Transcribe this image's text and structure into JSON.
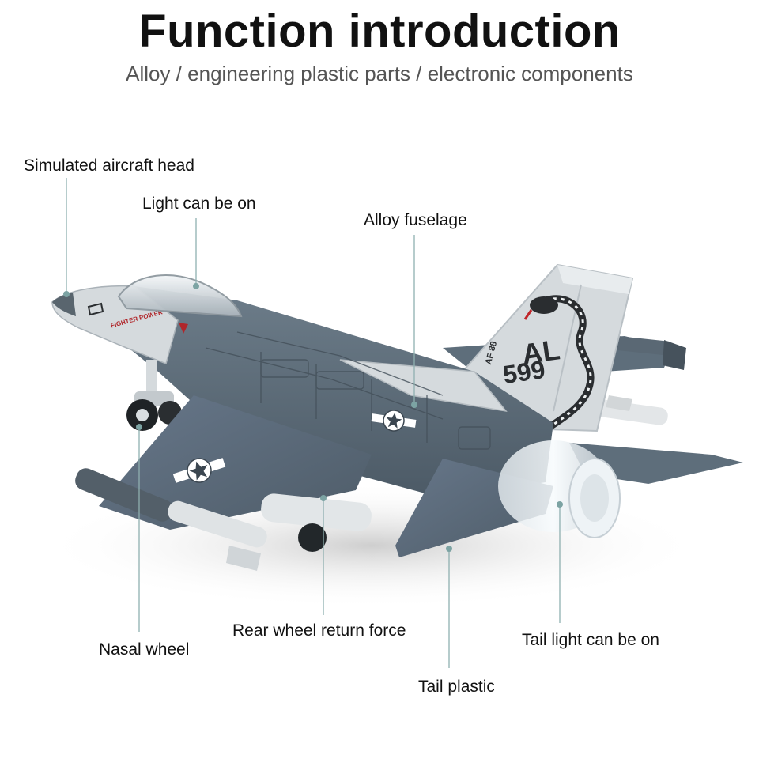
{
  "header": {
    "title": "Function introduction",
    "subtitle": "Alloy / engineering plastic parts / electronic components"
  },
  "callouts": {
    "aircraft_head": "Simulated aircraft head",
    "light": "Light can be on",
    "fuselage": "Alloy fuselage",
    "nasal_wheel": "Nasal wheel",
    "rear_wheel": "Rear wheel return force",
    "tail_plastic": "Tail plastic",
    "tail_light": "Tail light can be on"
  },
  "aircraft": {
    "tail_code": "AL",
    "tail_number": "599",
    "small_tail_text": "AF 88",
    "nose_text": "FIGHTER POWER"
  },
  "colors": {
    "body_gray": "#5b6b78",
    "light_gray": "#d5dadd",
    "leader": "#8fb0b0"
  }
}
